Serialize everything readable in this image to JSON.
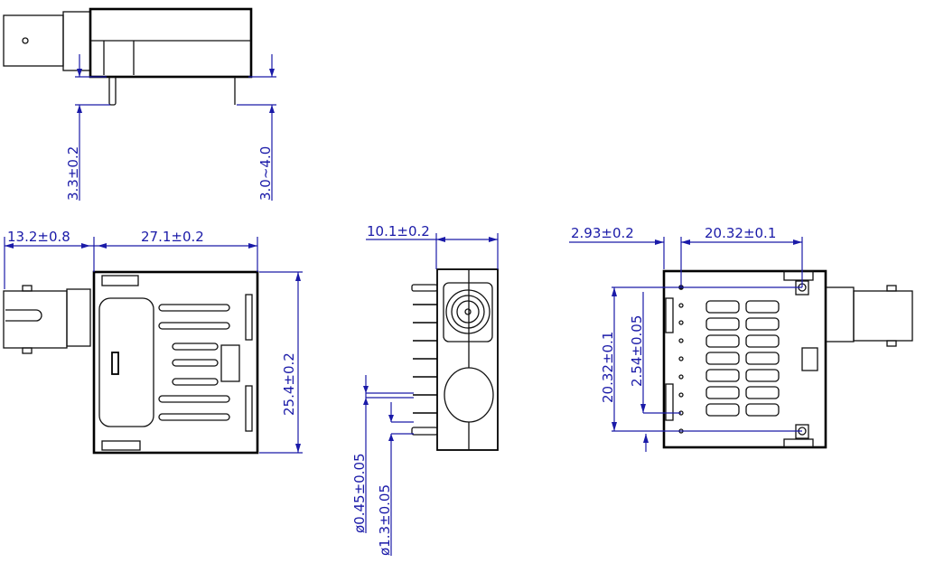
{
  "drawing": {
    "top_view": {
      "pin_length_left": "3.3±0.2",
      "pin_length_right": "3.0~4.0"
    },
    "front_view": {
      "connector_length": "13.2±0.8",
      "body_length": "27.1±0.2",
      "body_height": "25.4±0.2"
    },
    "side_view": {
      "body_width": "10.1±0.2",
      "pin_diameter": "ø0.45±0.05",
      "post_diameter": "ø1.3±0.05"
    },
    "bottom_view": {
      "edge_offset": "2.93±0.2",
      "post_spacing_x": "20.32±0.1",
      "post_spacing_y": "20.32±0.1",
      "pin_pitch": "2.54±0.05"
    }
  },
  "colors": {
    "dimension": "#1a1aa8",
    "outline": "#111111"
  }
}
